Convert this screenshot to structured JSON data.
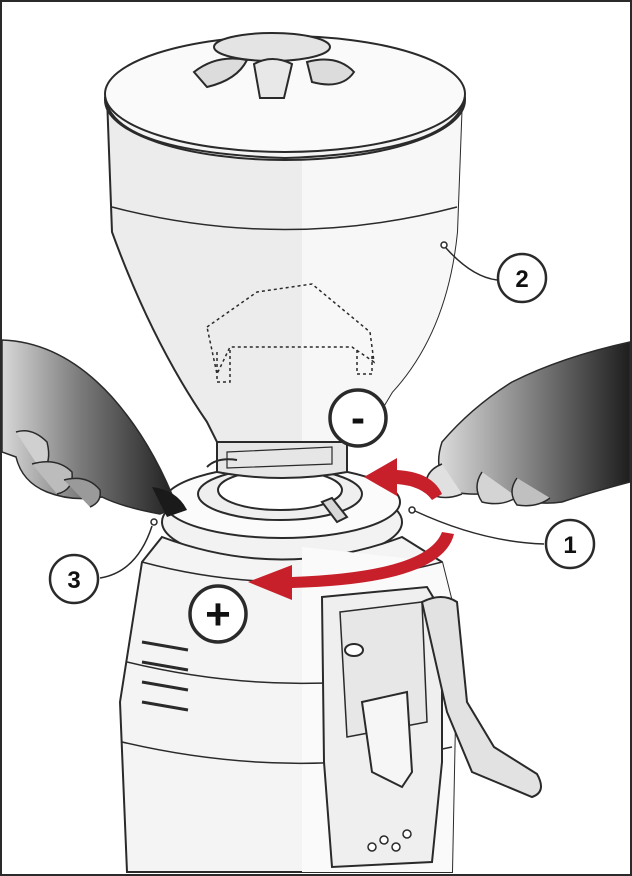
{
  "callouts": {
    "c1": {
      "label": "1"
    },
    "c2": {
      "label": "2"
    },
    "c3": {
      "label": "3"
    }
  },
  "symbols": {
    "minus": {
      "label": "-"
    },
    "plus": {
      "label": "+"
    }
  },
  "colors": {
    "line": "#2a2a2a",
    "arrow": "#c8202a",
    "hand_dark": "#2b2b2b"
  }
}
